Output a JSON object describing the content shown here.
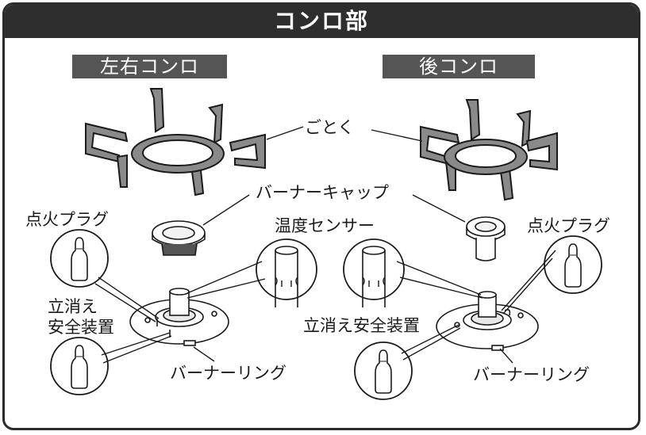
{
  "title": "コンロ部",
  "sections": {
    "left": "左右コンロ",
    "rear": "後コンロ"
  },
  "labels": {
    "gotoku": "ごとく",
    "burner_cap": "バーナーキャップ",
    "ignition_plug_left": "点火プラグ",
    "ignition_plug_right": "点火プラグ",
    "temp_sensor": "温度センサー",
    "flame_failure_left_line1": "立消え",
    "flame_failure_left_line2": "安全装置",
    "flame_failure_right": "立消え安全装置",
    "burner_ring_left": "バーナーリング",
    "burner_ring_right": "バーナーリング"
  },
  "colors": {
    "title_bg": "#2e2e2e",
    "section_bg": "#555555",
    "grate_fill": "#8a8a8a",
    "line": "#1a1a1a"
  }
}
